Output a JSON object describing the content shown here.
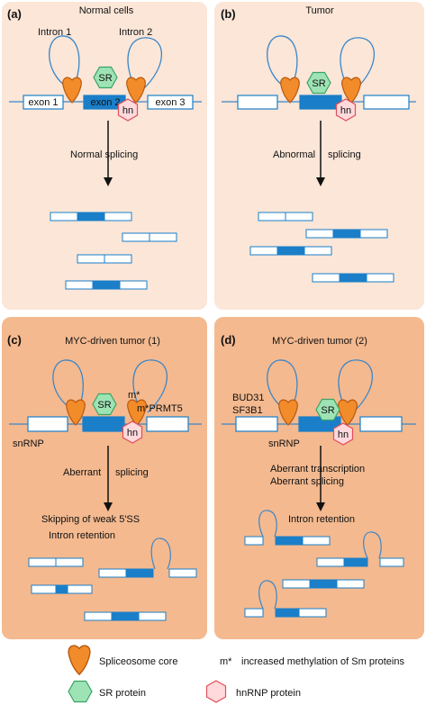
{
  "colors": {
    "panel_light": "#fbe6d8",
    "panel_dark": "#f4b98f",
    "exon_blue": "#1a7fc8",
    "line_blue": "#3a86c8",
    "spliceosome_fill": "#f28c2a",
    "spliceosome_stroke": "#b8580f",
    "sr_fill": "#9ee3b4",
    "sr_stroke": "#3aa466",
    "hn_fill": "#ffd9dc",
    "hn_stroke": "#e0505a"
  },
  "panels": {
    "a": {
      "label": "(a)",
      "title": "Normal cells",
      "intron1": "Intron 1",
      "intron2": "Intron 2",
      "exon1": "exon 1",
      "exon2": "exon 2",
      "exon3": "exon 3",
      "sr": "SR",
      "hn": "hn",
      "arrow": "Normal splicing"
    },
    "b": {
      "label": "(b)",
      "title": "Tumor",
      "sr": "SR",
      "hn": "hn",
      "arrow_left": "Abnormal",
      "arrow_right": "splicing"
    },
    "c": {
      "label": "(c)",
      "title": "MYC-driven tumor (1)",
      "m_star": "m*",
      "prmt5": "m*PRMT5",
      "sr": "SR",
      "hn": "hn",
      "snrnp": "snRNP",
      "arrow_left": "Aberrant",
      "arrow_right": "splicing",
      "outcome1": "Skipping of weak 5'SS",
      "outcome2": "Intron retention"
    },
    "d": {
      "label": "(d)",
      "title": "MYC-driven tumor (2)",
      "bud31": "BUD31",
      "sf3b1": "SF3B1",
      "sr": "SR",
      "hn": "hn",
      "snrnp": "snRNP",
      "arrow_line1": "Aberrant  transcription",
      "arrow_line2": "Aberrant  splicing",
      "outcome": "Intron retention"
    }
  },
  "legend": {
    "spliceosome": "Spliceosome core",
    "m_star": "m*",
    "methylation": "increased methylation of Sm proteins",
    "sr_protein": "SR protein",
    "hnrnp_protein": "hnRNP protein"
  }
}
